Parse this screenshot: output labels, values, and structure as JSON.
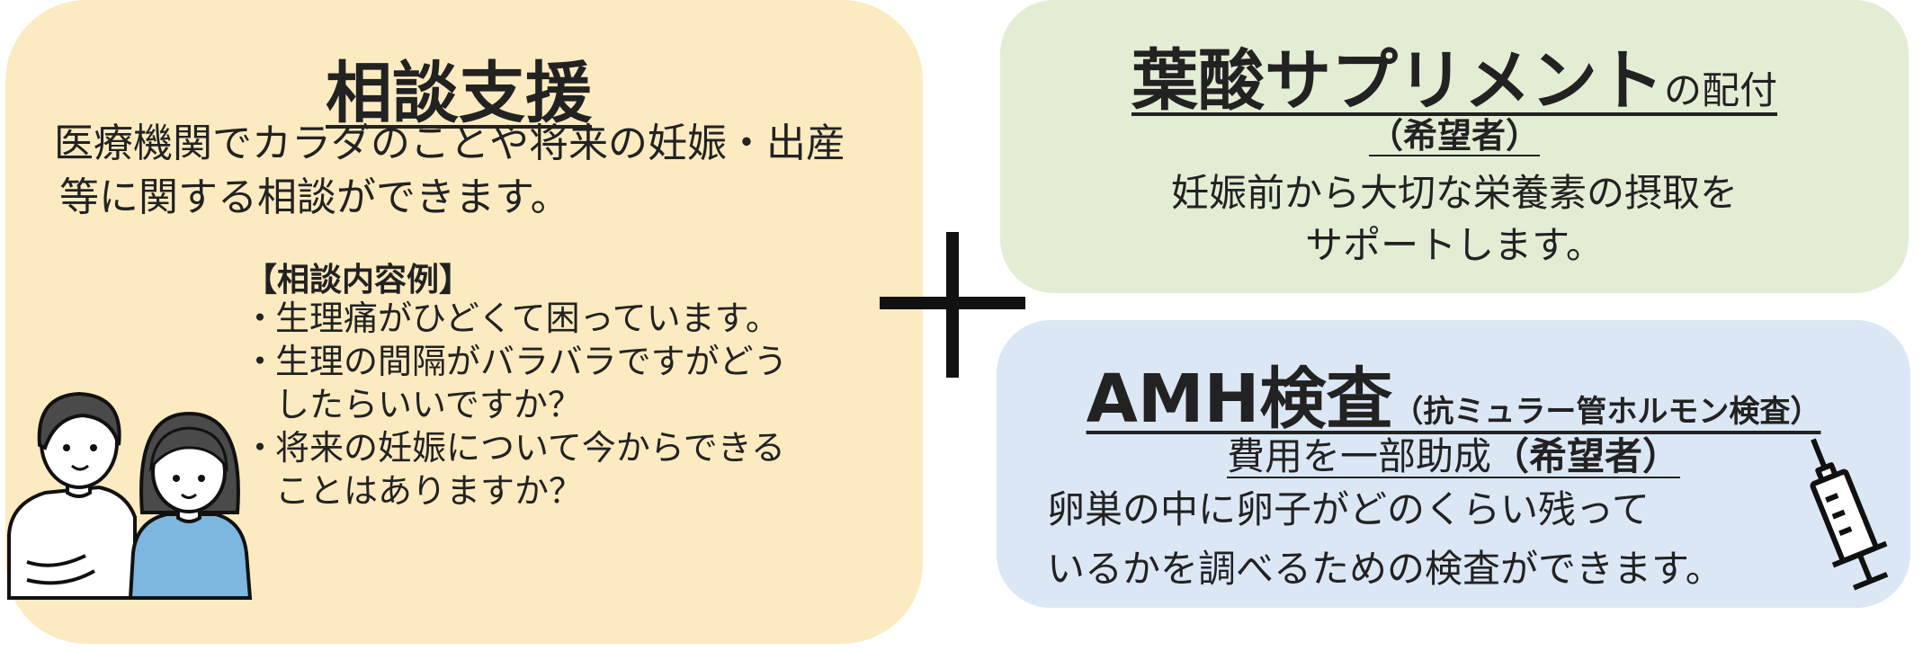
{
  "colors": {
    "left_panel": "#FCEBC0",
    "right_top_panel": "#E3EDD4",
    "right_bottom_panel": "#DCE7F5",
    "hair": "#4A4A4A",
    "woman_shirt": "#7DB7E0",
    "outline": "#111111"
  },
  "soudan": {
    "title": "相談支援",
    "desc_lines": [
      "医療機関でカラダのことや将来の妊娠・出産",
      "等に関する相談ができます。"
    ],
    "examples_heading": "【相談内容例】",
    "examples": [
      "生理痛がひどくて困っています。",
      "生理の間隔がバラバラですがどう",
      "したらいいですか？",
      "将来の妊娠について今からできる",
      "ことはありますか？"
    ]
  },
  "folic": {
    "title_main": "葉酸サプリメント",
    "title_suffix": "の配付",
    "sub": "（希望者）",
    "desc_lines": [
      "妊娠前から大切な栄養素の摂取を",
      "サポートします。"
    ]
  },
  "amh": {
    "title_main": "AMH検査",
    "title_suffix": "（抗ミュラー管ホルモン検査）",
    "sub_normal": "費用を一部助成",
    "sub_bold": "（希望者）",
    "desc_lines": [
      "卵巣の中に卵子がどのくらい残って",
      "いるかを調べるための検査ができます。"
    ]
  },
  "icons": {
    "people": "couple-illustration-icon",
    "syringe": "syringe-icon",
    "plus": "plus-icon"
  }
}
